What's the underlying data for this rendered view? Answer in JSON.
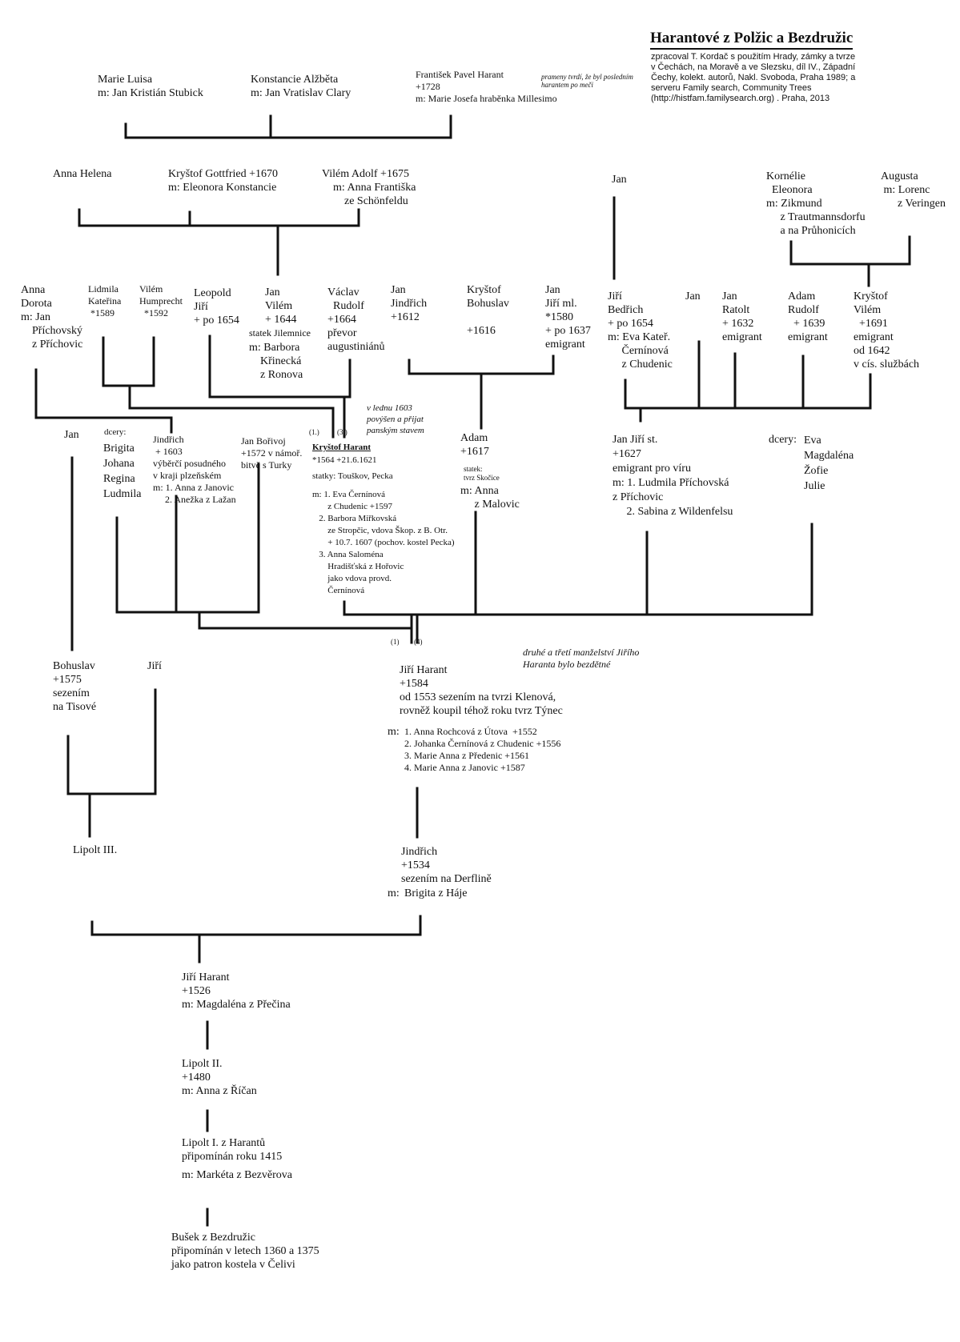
{
  "header": {
    "title": "Harantové z Polžic a Bezdružic",
    "source": "zpracoval T. Kordač s použitím Hrady, zámky a tvrze\nv Čechách, na Moravě a ve Slezsku, díl IV., Západní\nČechy, kolekt. autorů, Nakl. Svoboda, Praha 1989; a\nserveru Family search, Community Trees\n(http://histfam.familysearch.org) . Praha, 2013"
  },
  "people": {
    "marie_luisa": "Marie Luisa\nm: Jan Kristián Stubick",
    "konstancie": "Konstancie Alžběta\nm: Jan Vratislav Clary",
    "frantisek": "František Pavel Harant\n+1728\nm: Marie Josefa hraběnka Millesimo",
    "frantisek_note": "prameny tvrdí, že byl posledním\nharantem po meči",
    "anna_helena": "Anna Helena",
    "krystof_gottfried": "Kryštof Gottfried +1670\nm: Eleonora Konstancie",
    "vilem_adolf": "Vilém Adolf +1675\n    m: Anna Františka\n        ze Schönfeldu",
    "jan_top": "Jan",
    "kornelie": "Kornélie\n  Eleonora\nm: Zikmund\n     z Trautmannsdorfu\n     a na Průhonicích",
    "augusta": "Augusta\n m: Lorenc\n      z Veringen",
    "anna_dorota": "Anna\nDorota\nm: Jan\n    Příchovský\n    z Příchovic",
    "lidmila": "Lidmila\nKateřina\n *1589",
    "vilem_h": "Vilém\nHumprecht\n  *1592",
    "leopold": "Leopold\nJiří\n+ po 1654",
    "jan_vilem": "Jan\nVilém\n+ 1644",
    "jan_vilem_statek": "statek Jilemnice",
    "jan_vilem_m": "m: Barbora\n    Křinecká\n    z Ronova",
    "vaclav": "Václav\n  Rudolf\n+1664\npřevor\naugustiniánů",
    "jan_jindrich": "Jan\nJindřich\n+1612",
    "krystof_bohuslav": "Kryštof\nBohuslav\n\n+1616",
    "jan_jiri_ml": "Jan\nJiří ml.\n*1580\n+ po 1637\nemigrant",
    "jiri_bedrich": "Jiří\nBedřich\n+ po 1654\nm: Eva Kateř.\n     Černínová\n     z Chudenic",
    "jan_mid": "Jan",
    "jan_ratolt": "Jan\nRatolt\n+ 1632\nemigrant",
    "adam_rudolf": "Adam\nRudolf\n  + 1639\nemigrant",
    "krystof_vilem": "Kryštof\nVilém\n  +1691\nemigrant\nod 1642\nv cís. službách",
    "note_1603": "v lednu 1603\npovýšen a přijat\npanským stavem",
    "jan_left": "Jan",
    "dcery_left_label": "dcery:",
    "dcery_left": "Brigita\nJohana\nRegina\nLudmila",
    "jindrich_1603": "Jindřich\n + 1603\nvýběrčí posudného\nv kraji plzeňském\nm: 1. Anna z Janovic\n     2. Anežka z Lažan",
    "jan_borivoj": "Jan Bořivoj\n+1572 v námoř.\nbitvě s Turky",
    "krystof_harant_name": "Kryštof Harant",
    "krystof_harant_dates": "*1564 +21.6.1621",
    "krystof_harant_statky": "statky: Touškov, Pecka",
    "krystof_harant_m": "m: 1. Eva Černínová\n       z Chudenic +1597\n   2. Barbora Miřkovská\n       ze Stropčic, vdova Škop. z B. Otr.\n       + 10.7. 1607 (pochov. kostel Pecka)\n   3. Anna Saloména\n       Hradišťská z Hořovic\n       jako vdova provd.\n       Černínová",
    "mark_1": "(1.)",
    "mark_3": "(3.)",
    "adam": "Adam\n+1617",
    "adam_statek": "statek:\ntvrz Skočice",
    "adam_m": "m: Anna\n     z Malovic",
    "jan_jiri_st": "Jan Jiří st.\n+1627\nemigrant pro víru\nm: 1. Ludmila Příchovská\nz Příchovic\n     2. Sabina z Wildenfelsu",
    "dcery_right_label": "dcery:",
    "dcery_right": "Eva\nMagdaléna\nŽofie\nJulie",
    "mark_1b": "(1)",
    "mark_4": "(4)",
    "note_jiri": "druhé a třetí manželství Jiřího\nHaranta bylo bezdětné",
    "bohuslav": "Bohuslav\n+1575\nsezením\nna Tisové",
    "jiri_left": "Jiří",
    "jiri_harant_1584": "Jiří Harant\n+1584\nod 1553 sezením na tvrzi Klenová,\nrovněž koupil téhož roku tvrz Týnec",
    "jiri_harant_1584_m_label": "m:",
    "jiri_harant_1584_m": "1. Anna Rochcová z Útova  +1552\n2. Johanka Černínová z Chudenic +1556\n3. Marie Anna z Předenic +1561\n4. Marie Anna z Janovic +1587",
    "lipolt_iii": "Lipolt III.",
    "jindrich_1534": "Jindřich\n+1534\nsezením na Derflině",
    "jindrich_1534_m_label": "m:",
    "jindrich_1534_m": "Brigita z Háje",
    "jiri_harant_1526": "Jiří Harant\n+1526\nm: Magdaléna z Přečina",
    "lipolt_ii": "Lipolt II.\n+1480\nm: Anna z Říčan",
    "lipolt_i": "Lipolt I. z Harantů\npřipomínán roku 1415",
    "lipolt_i_m": "m: Markéta z Bezvěrova",
    "busek": "Bušek z Bezdružic\npřipomínán v letech 1360 a 1375\njako patron kostela v Čelivi"
  },
  "colors": {
    "line": "#111111",
    "text": "#111111",
    "background": "#ffffff"
  }
}
